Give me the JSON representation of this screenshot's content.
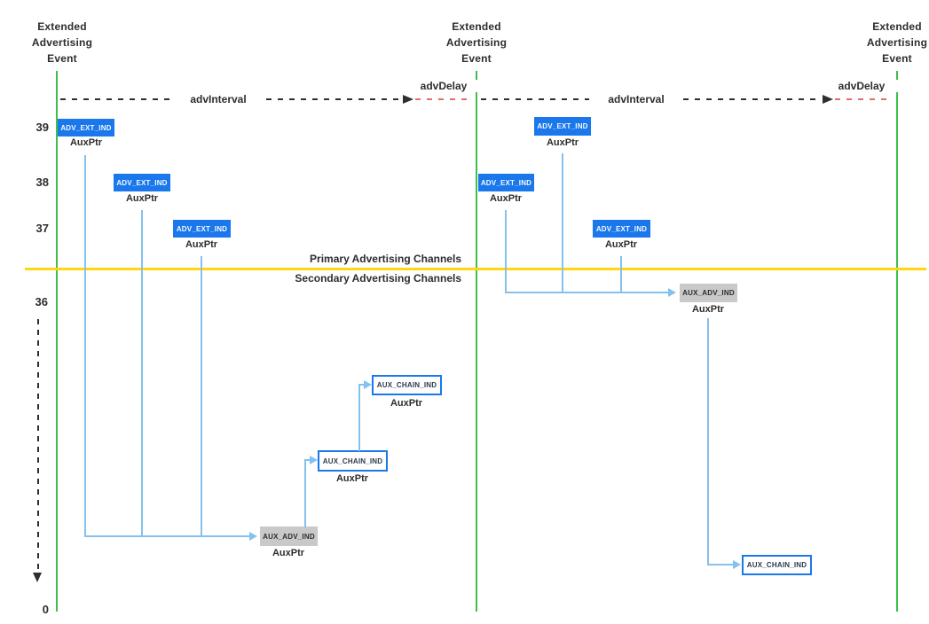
{
  "page": {
    "event_title": "Extended\nAdvertising\nEvent",
    "adv_interval_label": "advInterval",
    "adv_delay_label": "advDelay",
    "primary_channels_caption": "Primary Advertising Channels",
    "secondary_channels_caption": "Secondary Advertising Channels",
    "channel_numbers": [
      "39",
      "38",
      "37",
      "36",
      "0"
    ],
    "aux_ptr_label": "AuxPtr",
    "packet_labels": {
      "adv_ext_ind": "ADV_EXT_IND",
      "aux_adv_ind": "AUX_ADV_IND",
      "aux_chain_ind": "AUX_CHAIN_IND"
    },
    "colors": {
      "event_boundary_green": "#3dbf4e",
      "channel_divider_yellow": "#ffd60f",
      "primary_packet_blue": "#1a78ec",
      "connector_blue": "#85c1ef",
      "delay_red": "#e36c6c",
      "aux_adv_gray": "#c9c9c9",
      "text_dark": "#2d2d2d"
    }
  }
}
